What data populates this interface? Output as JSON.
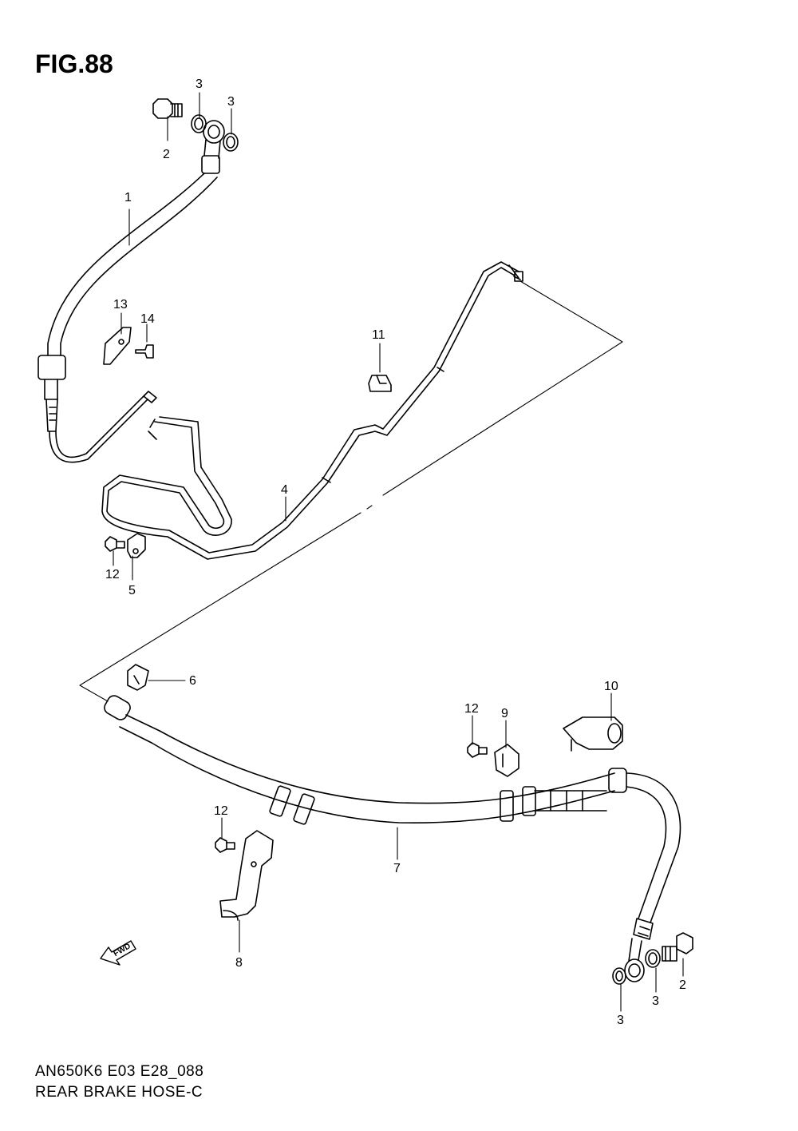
{
  "figure": {
    "title": "FIG.88",
    "footer_code": "AN650K6 E03 E28_088",
    "footer_name": "REAR BRAKE HOSE-C",
    "fwd_label": "FWD"
  },
  "callouts": [
    {
      "id": "c-2-top",
      "label": "2"
    },
    {
      "id": "c-3-top-a",
      "label": "3"
    },
    {
      "id": "c-3-top-b",
      "label": "3"
    },
    {
      "id": "c-1",
      "label": "1"
    },
    {
      "id": "c-13",
      "label": "13"
    },
    {
      "id": "c-14",
      "label": "14"
    },
    {
      "id": "c-11",
      "label": "11"
    },
    {
      "id": "c-4",
      "label": "4"
    },
    {
      "id": "c-12-a",
      "label": "12"
    },
    {
      "id": "c-5",
      "label": "5"
    },
    {
      "id": "c-6",
      "label": "6"
    },
    {
      "id": "c-10",
      "label": "10"
    },
    {
      "id": "c-12-b",
      "label": "12"
    },
    {
      "id": "c-9",
      "label": "9"
    },
    {
      "id": "c-12-c",
      "label": "12"
    },
    {
      "id": "c-7",
      "label": "7"
    },
    {
      "id": "c-8",
      "label": "8"
    },
    {
      "id": "c-2-bot",
      "label": "2"
    },
    {
      "id": "c-3-bot-a",
      "label": "3"
    },
    {
      "id": "c-3-bot-b",
      "label": "3"
    }
  ]
}
